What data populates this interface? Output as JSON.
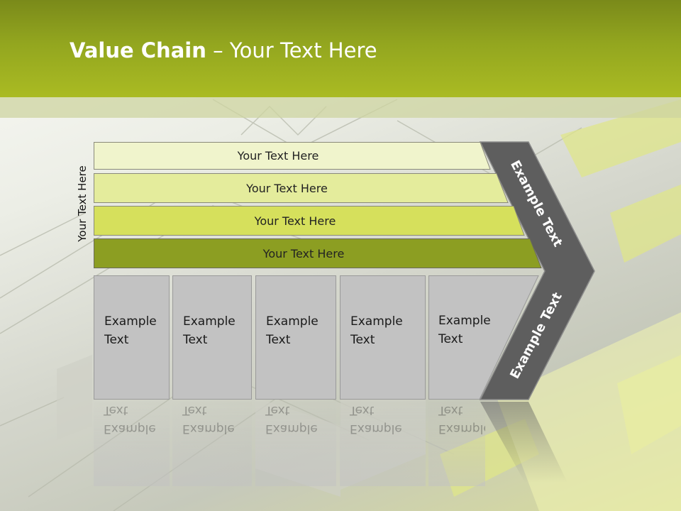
{
  "slide": {
    "title_bold": "Value Chain",
    "title_rest": " – Your Text Here",
    "side_label": "Your Text Here"
  },
  "rows": [
    {
      "label": "Your Text Here",
      "color": "#f0f4cc"
    },
    {
      "label": "Your Text Here",
      "color": "#e4ec9c"
    },
    {
      "label": "Your Text Here",
      "color": "#d6e05c"
    },
    {
      "label": "Your Text Here",
      "color": "#8c9e22"
    }
  ],
  "boxes": [
    {
      "line1": "Example",
      "line2": "Text"
    },
    {
      "line1": "Example",
      "line2": "Text"
    },
    {
      "line1": "Example",
      "line2": "Text"
    },
    {
      "line1": "Example",
      "line2": "Text"
    },
    {
      "line1": "Example",
      "line2": "Text"
    }
  ],
  "chevron": {
    "upper_label": "Example Text",
    "lower_label": "Example Text",
    "color": "#5e5e5e"
  },
  "colors": {
    "header": "#93a61f",
    "box": "#c2c2c2"
  }
}
